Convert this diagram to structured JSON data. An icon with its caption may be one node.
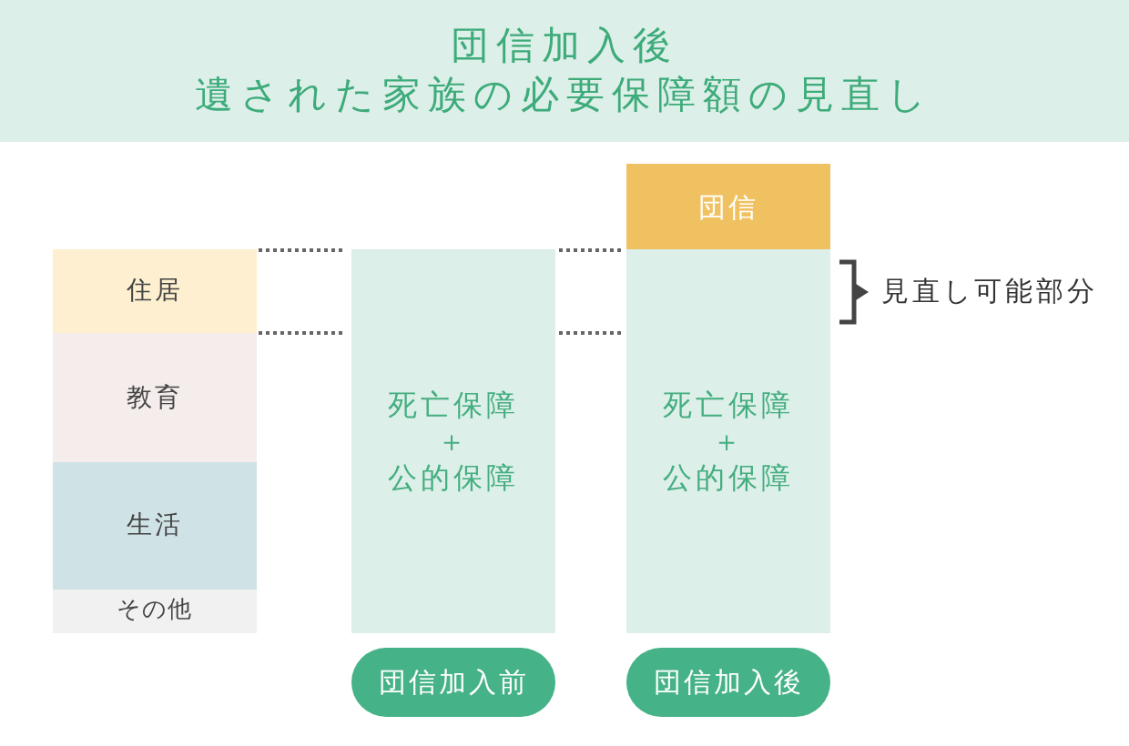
{
  "diagram": {
    "title": "団信加入後遺された家族の必要保障額の見直し",
    "nodes": [
      {
        "text": [
          "住居"
        ]
      },
      {
        "text": [
          "教育"
        ]
      },
      {
        "text": [
          "生活"
        ]
      },
      {
        "text": [
          "その他"
        ]
      },
      {
        "text": [
          "死亡保障",
          "＋",
          "公的保障"
        ]
      },
      {
        "text": [
          "団信加入前"
        ]
      },
      {
        "text": [
          "団信"
        ]
      },
      {
        "text": [
          "死亡保障",
          "＋",
          "公的保障"
        ]
      },
      {
        "text": [
          "団信加入後"
        ]
      }
    ],
    "labels": [
      "見直し可能部分"
    ]
  }
}
